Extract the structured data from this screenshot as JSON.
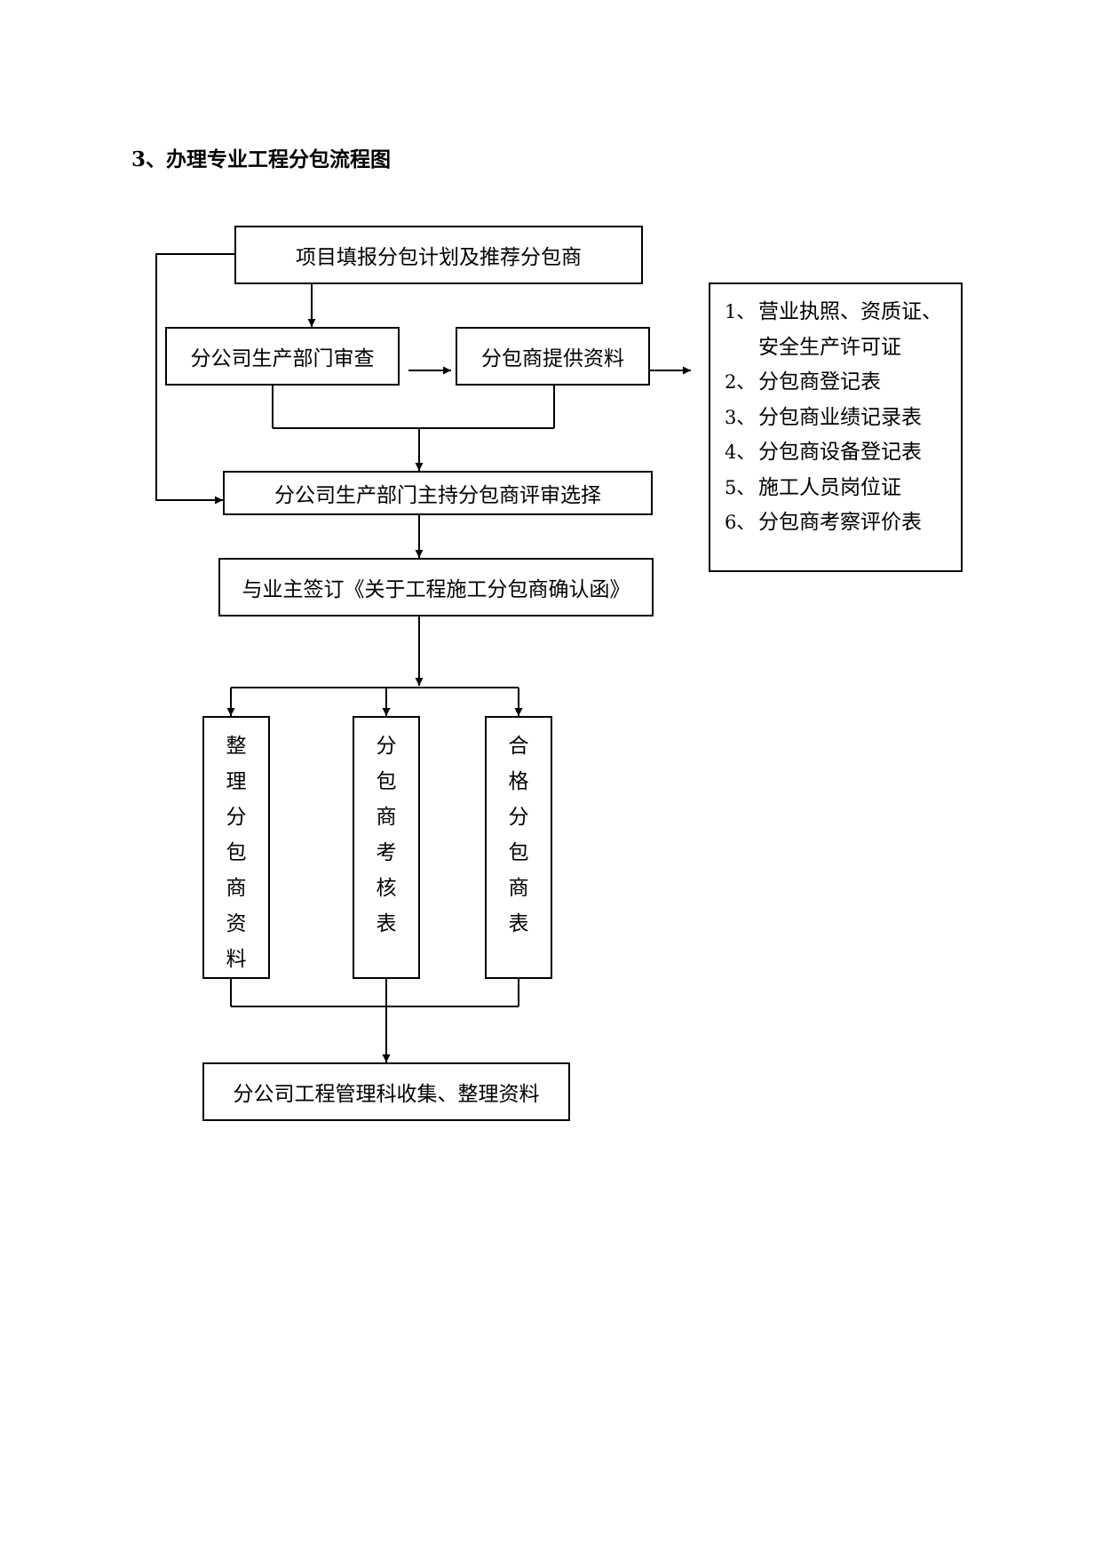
{
  "title": "3、办理专业工程分包流程图",
  "nodes": {
    "project_report": "项目填报分包计划及推荐分包商",
    "branch_review": "分公司生产部门审查",
    "sub_provide": "分包商提供资料",
    "branch_select": "分公司生产部门主持分包商评审选择",
    "sign_letter": "与业主签订《关于工程施工分包商确认函》",
    "arrange_data": [
      "整",
      "理",
      "分",
      "包",
      "商",
      "资",
      "料"
    ],
    "assess_table": [
      "分",
      "包",
      "商",
      "考",
      "核",
      "表"
    ],
    "qualified_table": [
      "合",
      "格",
      "分",
      "包",
      "商",
      "表"
    ],
    "collect_data": "分公司工程管理科收集、整理资料"
  },
  "documents": [
    {
      "num": "1、",
      "text": "营业执照、资质证、"
    },
    {
      "num": "",
      "text": "安全生产许可证"
    },
    {
      "num": "2、",
      "text": "分包商登记表"
    },
    {
      "num": "3、",
      "text": "分包商业绩记录表"
    },
    {
      "num": "4、",
      "text": "分包商设备登记表"
    },
    {
      "num": "5、",
      "text": "施工人员岗位证"
    },
    {
      "num": "6、",
      "text": "分包商考察评价表"
    }
  ]
}
